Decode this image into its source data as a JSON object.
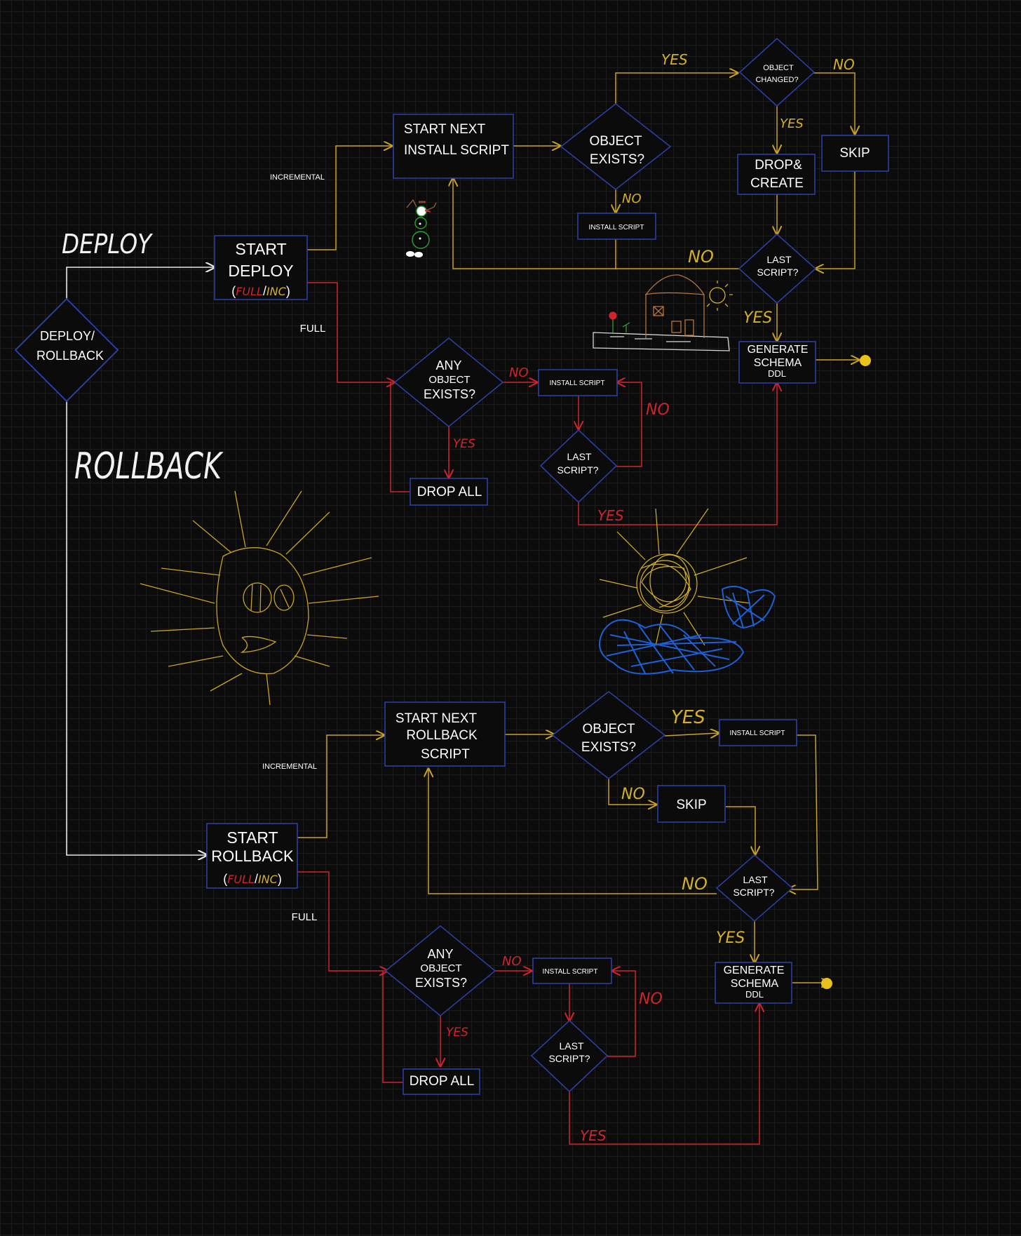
{
  "canvas": {
    "background": "#0b0b0b"
  },
  "colors": {
    "box_border": "#2b3f9e",
    "yellow_line": "#c9a227",
    "red_line": "#d0242b",
    "white_line": "#e8e8e8",
    "hand_yellow": "#d4b02a",
    "hand_red": "#d0242b",
    "end_dot": "#e8c21a",
    "scribble_blue": "#1f5fd6"
  },
  "deploy": {
    "section_label": "DEPLOY",
    "decision_start": [
      "DEPLOY/",
      "ROLLBACK"
    ],
    "start": {
      "line1": "START",
      "line2": "DEPLOY",
      "full": "FULL",
      "sep": "/",
      "inc": "INC"
    },
    "incremental_label": "INCREMENTAL",
    "full_label": "FULL",
    "next_script": [
      "START NEXT",
      "INSTALL SCRIPT"
    ],
    "object_exists": [
      "OBJECT",
      "EXISTS?"
    ],
    "object_changed": [
      "OBJECT",
      "CHANGED?"
    ],
    "drop_create": [
      "DROP&",
      "CREATE"
    ],
    "skip": "SKIP",
    "install_script": "INSTALL SCRIPT",
    "last_script": [
      "LAST",
      "SCRIPT?"
    ],
    "generate": [
      "GENERATE",
      "SCHEMA",
      "DDL"
    ],
    "any_object": [
      "ANY",
      "OBJECT",
      "EXISTS?"
    ],
    "drop_all": "DROP ALL",
    "full_install_script": "INSTALL SCRIPT",
    "full_last_script": [
      "LAST",
      "SCRIPT?"
    ],
    "yes": "YES",
    "no": "NO"
  },
  "rollback": {
    "section_label": "ROLLBACK",
    "start": {
      "line1": "START",
      "line2": "ROLLBACK",
      "full": "FULL",
      "sep": "/",
      "inc": "INC"
    },
    "incremental_label": "INCREMENTAL",
    "full_label": "FULL",
    "next_script": [
      "START NEXT",
      "ROLLBACK",
      "SCRIPT"
    ],
    "object_exists": [
      "OBJECT",
      "EXISTS?"
    ],
    "install_script": "INSTALL SCRIPT",
    "skip": "SKIP",
    "last_script": [
      "LAST",
      "SCRIPT?"
    ],
    "generate": [
      "GENERATE",
      "SCHEMA",
      "DDL"
    ],
    "any_object": [
      "ANY",
      "OBJECT",
      "EXISTS?"
    ],
    "drop_all": "DROP ALL",
    "full_install_script": "INSTALL SCRIPT",
    "full_last_script": [
      "LAST",
      "SCRIPT?"
    ],
    "yes": "YES",
    "no": "NO"
  }
}
